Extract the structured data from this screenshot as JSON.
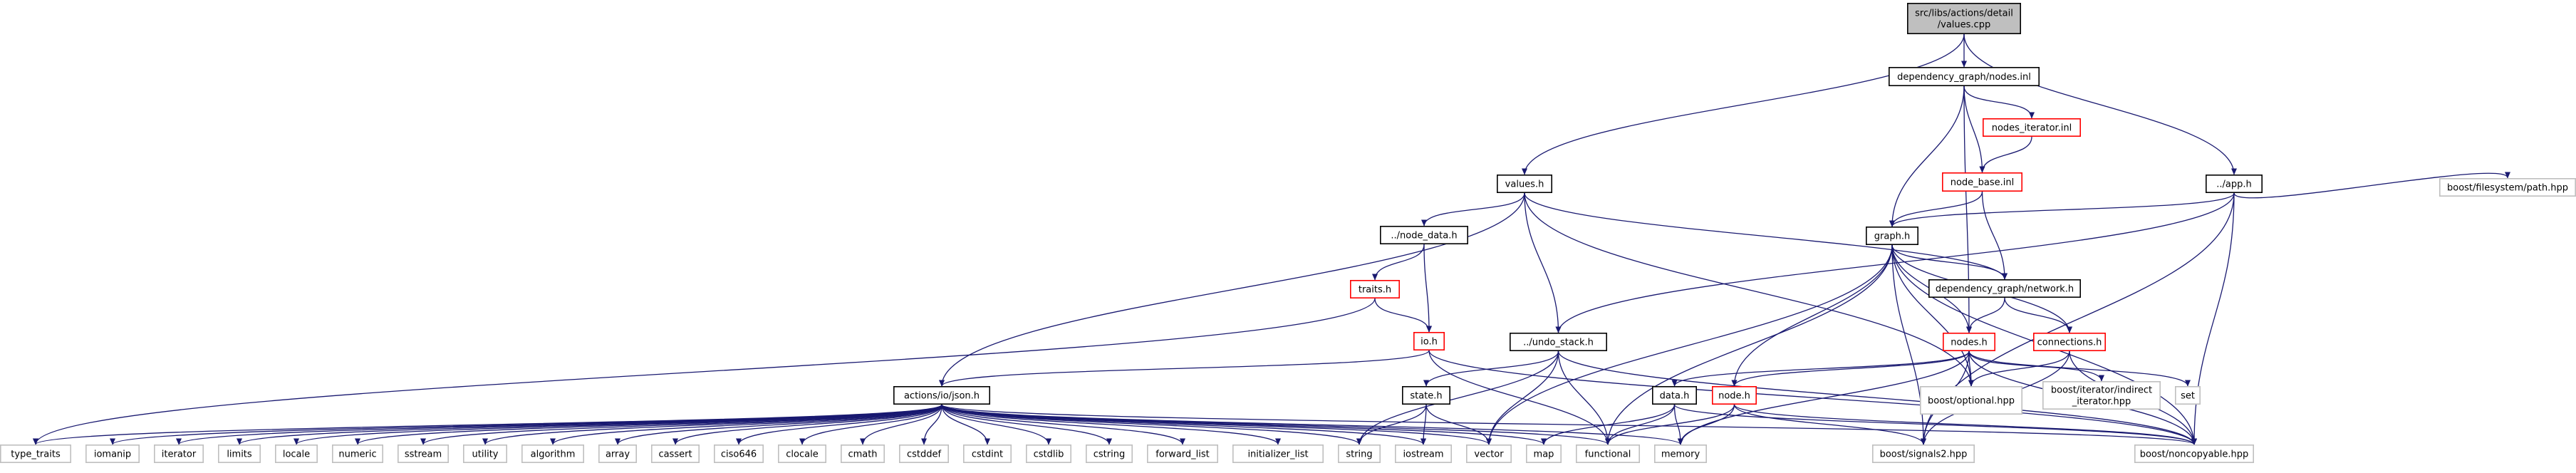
{
  "colors": {
    "edge": "#191970",
    "root_fill": "#bfbfbf",
    "node_border": "#000000",
    "truncated_border": "#ff0000",
    "system_border": "#bfbfbf",
    "fill": "#ffffff"
  },
  "graph": {
    "nodes": [
      {
        "id": "root",
        "lines": [
          "src/libs/actions/detail",
          "/values.cpp"
        ],
        "kind": "root"
      },
      {
        "id": "nodes_inl",
        "lines": [
          "dependency_graph/nodes.inl"
        ],
        "kind": "normal"
      },
      {
        "id": "nodes_iterator",
        "lines": [
          "nodes_iterator.inl"
        ],
        "kind": "truncated"
      },
      {
        "id": "node_base",
        "lines": [
          "node_base.inl"
        ],
        "kind": "truncated"
      },
      {
        "id": "values_h",
        "lines": [
          "values.h"
        ],
        "kind": "normal"
      },
      {
        "id": "app_h",
        "lines": [
          "../app.h"
        ],
        "kind": "normal"
      },
      {
        "id": "fs_path",
        "lines": [
          "boost/filesystem/path.hpp"
        ],
        "kind": "system"
      },
      {
        "id": "node_data",
        "lines": [
          "../node_data.h"
        ],
        "kind": "normal"
      },
      {
        "id": "graph_h",
        "lines": [
          "graph.h"
        ],
        "kind": "normal"
      },
      {
        "id": "traits_h",
        "lines": [
          "traits.h"
        ],
        "kind": "truncated"
      },
      {
        "id": "network_h",
        "lines": [
          "dependency_graph/network.h"
        ],
        "kind": "normal"
      },
      {
        "id": "io_h",
        "lines": [
          "io.h"
        ],
        "kind": "truncated"
      },
      {
        "id": "undo_stack",
        "lines": [
          "../undo_stack.h"
        ],
        "kind": "normal"
      },
      {
        "id": "nodes_h",
        "lines": [
          "nodes.h"
        ],
        "kind": "truncated"
      },
      {
        "id": "connections_h",
        "lines": [
          "connections.h"
        ],
        "kind": "truncated"
      },
      {
        "id": "json_h",
        "lines": [
          "actions/io/json.h"
        ],
        "kind": "normal"
      },
      {
        "id": "state_h",
        "lines": [
          "state.h"
        ],
        "kind": "normal"
      },
      {
        "id": "data_h",
        "lines": [
          "data.h"
        ],
        "kind": "normal"
      },
      {
        "id": "node_h",
        "lines": [
          "node.h"
        ],
        "kind": "truncated"
      },
      {
        "id": "optional",
        "lines": [
          "boost/optional.hpp"
        ],
        "kind": "system"
      },
      {
        "id": "indirect_iter",
        "lines": [
          "boost/iterator/indirect",
          "_iterator.hpp"
        ],
        "kind": "system"
      },
      {
        "id": "set",
        "lines": [
          "set"
        ],
        "kind": "system"
      },
      {
        "id": "type_traits",
        "lines": [
          "type_traits"
        ],
        "kind": "system"
      },
      {
        "id": "iomanip",
        "lines": [
          "iomanip"
        ],
        "kind": "system"
      },
      {
        "id": "iterator",
        "lines": [
          "iterator"
        ],
        "kind": "system"
      },
      {
        "id": "limits",
        "lines": [
          "limits"
        ],
        "kind": "system"
      },
      {
        "id": "locale",
        "lines": [
          "locale"
        ],
        "kind": "system"
      },
      {
        "id": "numeric",
        "lines": [
          "numeric"
        ],
        "kind": "system"
      },
      {
        "id": "sstream",
        "lines": [
          "sstream"
        ],
        "kind": "system"
      },
      {
        "id": "utility",
        "lines": [
          "utility"
        ],
        "kind": "system"
      },
      {
        "id": "algorithm",
        "lines": [
          "algorithm"
        ],
        "kind": "system"
      },
      {
        "id": "array",
        "lines": [
          "array"
        ],
        "kind": "system"
      },
      {
        "id": "cassert",
        "lines": [
          "cassert"
        ],
        "kind": "system"
      },
      {
        "id": "ciso646",
        "lines": [
          "ciso646"
        ],
        "kind": "system"
      },
      {
        "id": "clocale",
        "lines": [
          "clocale"
        ],
        "kind": "system"
      },
      {
        "id": "cmath",
        "lines": [
          "cmath"
        ],
        "kind": "system"
      },
      {
        "id": "cstddef",
        "lines": [
          "cstddef"
        ],
        "kind": "system"
      },
      {
        "id": "cstdint",
        "lines": [
          "cstdint"
        ],
        "kind": "system"
      },
      {
        "id": "cstdlib",
        "lines": [
          "cstdlib"
        ],
        "kind": "system"
      },
      {
        "id": "cstring",
        "lines": [
          "cstring"
        ],
        "kind": "system"
      },
      {
        "id": "forward_list",
        "lines": [
          "forward_list"
        ],
        "kind": "system"
      },
      {
        "id": "init_list",
        "lines": [
          "initializer_list"
        ],
        "kind": "system"
      },
      {
        "id": "string",
        "lines": [
          "string"
        ],
        "kind": "system"
      },
      {
        "id": "iostream",
        "lines": [
          "iostream"
        ],
        "kind": "system"
      },
      {
        "id": "vector",
        "lines": [
          "vector"
        ],
        "kind": "system"
      },
      {
        "id": "map",
        "lines": [
          "map"
        ],
        "kind": "system"
      },
      {
        "id": "functional",
        "lines": [
          "functional"
        ],
        "kind": "system"
      },
      {
        "id": "memory",
        "lines": [
          "memory"
        ],
        "kind": "system"
      },
      {
        "id": "signals2",
        "lines": [
          "boost/signals2.hpp"
        ],
        "kind": "system"
      },
      {
        "id": "noncopyable",
        "lines": [
          "boost/noncopyable.hpp"
        ],
        "kind": "system"
      }
    ],
    "edges": [
      [
        "root",
        "nodes_inl"
      ],
      [
        "root",
        "values_h"
      ],
      [
        "root",
        "app_h"
      ],
      [
        "nodes_inl",
        "nodes_iterator"
      ],
      [
        "nodes_inl",
        "node_base"
      ],
      [
        "nodes_inl",
        "graph_h"
      ],
      [
        "nodes_inl",
        "nodes_h"
      ],
      [
        "nodes_iterator",
        "node_base"
      ],
      [
        "node_base",
        "graph_h"
      ],
      [
        "node_base",
        "network_h"
      ],
      [
        "values_h",
        "node_data"
      ],
      [
        "values_h",
        "network_h"
      ],
      [
        "values_h",
        "undo_stack"
      ],
      [
        "values_h",
        "json_h"
      ],
      [
        "values_h",
        "optional"
      ],
      [
        "app_h",
        "graph_h"
      ],
      [
        "app_h",
        "fs_path"
      ],
      [
        "app_h",
        "undo_stack"
      ],
      [
        "app_h",
        "signals2"
      ],
      [
        "app_h",
        "noncopyable"
      ],
      [
        "node_data",
        "traits_h"
      ],
      [
        "node_data",
        "io_h"
      ],
      [
        "traits_h",
        "io_h"
      ],
      [
        "traits_h",
        "type_traits"
      ],
      [
        "graph_h",
        "network_h"
      ],
      [
        "graph_h",
        "nodes_h"
      ],
      [
        "graph_h",
        "connections_h"
      ],
      [
        "graph_h",
        "node_h"
      ],
      [
        "graph_h",
        "optional"
      ],
      [
        "graph_h",
        "vector"
      ],
      [
        "graph_h",
        "functional"
      ],
      [
        "graph_h",
        "signals2"
      ],
      [
        "graph_h",
        "noncopyable"
      ],
      [
        "network_h",
        "nodes_h"
      ],
      [
        "network_h",
        "connections_h"
      ],
      [
        "io_h",
        "json_h"
      ],
      [
        "io_h",
        "functional"
      ],
      [
        "io_h",
        "noncopyable"
      ],
      [
        "undo_stack",
        "state_h"
      ],
      [
        "undo_stack",
        "string"
      ],
      [
        "undo_stack",
        "vector"
      ],
      [
        "undo_stack",
        "functional"
      ],
      [
        "undo_stack",
        "noncopyable"
      ],
      [
        "nodes_h",
        "data_h"
      ],
      [
        "nodes_h",
        "node_h"
      ],
      [
        "nodes_h",
        "optional"
      ],
      [
        "nodes_h",
        "indirect_iter"
      ],
      [
        "nodes_h",
        "set"
      ],
      [
        "nodes_h",
        "memory"
      ],
      [
        "nodes_h",
        "signals2"
      ],
      [
        "nodes_h",
        "noncopyable"
      ],
      [
        "connections_h",
        "optional"
      ],
      [
        "connections_h",
        "signals2"
      ],
      [
        "connections_h",
        "noncopyable"
      ],
      [
        "state_h",
        "string"
      ],
      [
        "state_h",
        "iostream"
      ],
      [
        "state_h",
        "vector"
      ],
      [
        "data_h",
        "map"
      ],
      [
        "data_h",
        "functional"
      ],
      [
        "data_h",
        "memory"
      ],
      [
        "data_h",
        "noncopyable"
      ],
      [
        "node_h",
        "functional"
      ],
      [
        "node_h",
        "memory"
      ],
      [
        "node_h",
        "signals2"
      ],
      [
        "node_h",
        "noncopyable"
      ],
      [
        "json_h",
        "type_traits"
      ],
      [
        "json_h",
        "iomanip"
      ],
      [
        "json_h",
        "iterator"
      ],
      [
        "json_h",
        "limits"
      ],
      [
        "json_h",
        "locale"
      ],
      [
        "json_h",
        "numeric"
      ],
      [
        "json_h",
        "sstream"
      ],
      [
        "json_h",
        "utility"
      ],
      [
        "json_h",
        "algorithm"
      ],
      [
        "json_h",
        "array"
      ],
      [
        "json_h",
        "cassert"
      ],
      [
        "json_h",
        "ciso646"
      ],
      [
        "json_h",
        "clocale"
      ],
      [
        "json_h",
        "cmath"
      ],
      [
        "json_h",
        "cstddef"
      ],
      [
        "json_h",
        "cstdint"
      ],
      [
        "json_h",
        "cstdlib"
      ],
      [
        "json_h",
        "cstring"
      ],
      [
        "json_h",
        "forward_list"
      ],
      [
        "json_h",
        "init_list"
      ],
      [
        "json_h",
        "string"
      ],
      [
        "json_h",
        "iostream"
      ],
      [
        "json_h",
        "vector"
      ],
      [
        "json_h",
        "map"
      ],
      [
        "json_h",
        "functional"
      ],
      [
        "json_h",
        "memory"
      ],
      [
        "json_h",
        "noncopyable"
      ]
    ]
  }
}
